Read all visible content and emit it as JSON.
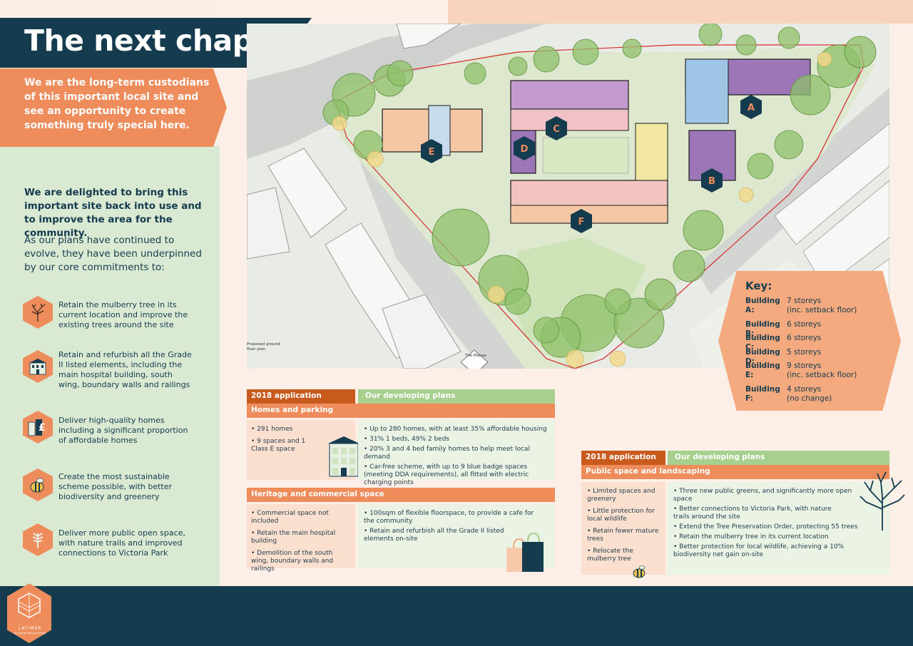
{
  "title": "The next chapter",
  "intro": "We are the long-term custodians of this important local site and see an opportunity to create something truly special here.",
  "delight": "We are delighted to bring this important site back into use and to improve the area for the community.",
  "plans_text": "As our plans have continued to evolve, they have been underpinned by our core commitments to:",
  "commitments": [
    {
      "icon": "tree-icon",
      "text": "Retain the mulberry tree in its current location and improve the existing trees around the site"
    },
    {
      "icon": "listed-building-icon",
      "text": "Retain and refurbish all the Grade II listed elements, including the main hospital building, south wing, boundary walls and railings"
    },
    {
      "icon": "homes-pound-icon",
      "text": "Deliver high-quality homes including a significant proportion of affordable homes"
    },
    {
      "icon": "bee-icon",
      "text": "Create the most sustainable scheme possible, with better biodiversity and greenery"
    },
    {
      "icon": "tree-branch-icon",
      "text": "Deliver more public open space, with nature trails and improved connections to Victoria Park"
    }
  ],
  "map": {
    "caption": "Proposed ground floor plan",
    "manse": "The Manse",
    "buildings": [
      "A",
      "B",
      "C",
      "D",
      "E",
      "F"
    ]
  },
  "key": {
    "title": "Key:",
    "rows": [
      {
        "label": "Building A:",
        "value": "7 storeys",
        "value2": "(inc. setback floor)"
      },
      {
        "label": "Building B:",
        "value": "6 storeys",
        "value2": ""
      },
      {
        "label": "Building C:",
        "value": "6 storeys",
        "value2": ""
      },
      {
        "label": "Building D:",
        "value": "5 storeys",
        "value2": ""
      },
      {
        "label": "Building E:",
        "value": "9 storeys",
        "value2": "(inc. setback floor)"
      },
      {
        "label": "Building F:",
        "value": "4 storeys",
        "value2": "(no change)"
      }
    ]
  },
  "table1": {
    "head_left": "2018 application",
    "head_right": "Our developing plans",
    "sections": [
      {
        "title": "Homes and parking",
        "left": [
          "291 homes",
          "9 spaces and 1 Class E space"
        ],
        "right": [
          "Up to 280 homes, with at least 35% affordable housing",
          "31% 1 beds, 49% 2 beds",
          "20% 3 and 4 bed family homes to help meet local demand",
          "Car-free scheme, with up to 9 blue badge spaces (meeting DDA requirements), all fitted with electric charging points"
        ]
      },
      {
        "title": "Heritage and commercial space",
        "left": [
          "Commercial space not included",
          "Retain the main hospital building",
          "Demolition of the south wing, boundary walls and railings"
        ],
        "right": [
          "100sqm of flexible floorspace, to provide a cafe for the community",
          "Retain and refurbish all the Grade II listed elements on-site"
        ]
      }
    ]
  },
  "table2": {
    "head_left": "2018 application",
    "head_right": "Our developing plans",
    "title": "Public space and landscaping",
    "left": [
      "Limited spaces and greenery",
      "Little protection for local wildlife",
      "Retain fewer mature trees",
      "Relocate the mulberry tree"
    ],
    "right": [
      "Three new public greens, and significantly more open space",
      "Better connections to Victoria Park, with nature trails around the site",
      "Extend the Tree Preservation Order, protecting 55 trees",
      "Retain the mulberry tree in its current location",
      "Better protection for local wildlife, achieving a 10% biodiversity net gain on-site"
    ]
  },
  "logo": {
    "name": "LATIMER",
    "sub": "by Clarion Housing Group"
  },
  "colors": {
    "navy": "#153b4f",
    "orange": "#ee8d5b",
    "dark_orange": "#c85a1e",
    "green": "#a7cf8d",
    "peach": "#f4a97e",
    "light_green": "#d9e9d2"
  }
}
